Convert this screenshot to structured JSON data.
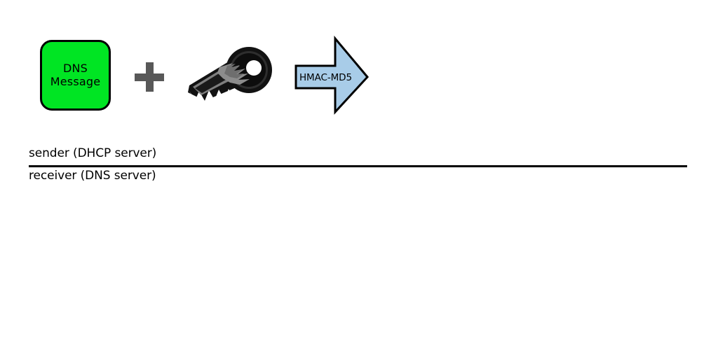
{
  "diagram": {
    "message_box": {
      "line1": "DNS",
      "line2": "Message",
      "fill_color": "#00E523",
      "stroke_color": "#000000"
    },
    "operator": {
      "symbol_name": "plus-sign",
      "color": "#585858"
    },
    "key": {
      "icon_name": "key-icon",
      "color": "#1A1A1A",
      "highlight_color": "#8A8A8A"
    },
    "arrow": {
      "label": "HMAC-MD5",
      "fill_color": "#A8CCE8",
      "stroke_color": "#000000",
      "direction": "right"
    },
    "labels": {
      "sender": "sender (DHCP server)",
      "receiver": "receiver (DNS server)"
    },
    "divider": {
      "color": "#000000"
    }
  }
}
